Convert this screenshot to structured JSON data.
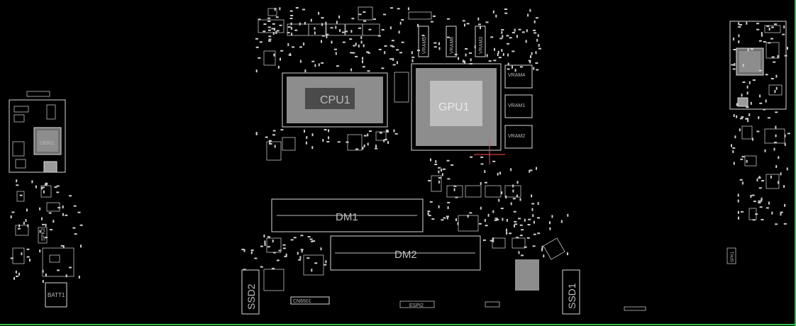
{
  "components": {
    "cpu": "CPU1",
    "gpu": "GPU1",
    "vram1": "VRAM1",
    "vram2": "VRAM2",
    "vram3": "VRAM3",
    "vram4": "VRAM4",
    "vram5": "VRAM5",
    "vram6": "VRAM6",
    "dimm1": "DM1",
    "dimm2": "DM2",
    "ssd1": "SSD1",
    "ssd2": "SSD2",
    "battery": "BATT1",
    "connector_cn6501": "CN6501",
    "espi": "ESPI2",
    "speaker_left": "SPK2",
    "speaker_right": "SPK1",
    "chip_left": "U9301"
  },
  "colors": {
    "background": "#000000",
    "silkscreen": "#d8d8d8",
    "accent_marker": "#ff4d4d",
    "edge": "#2fbf4f"
  }
}
